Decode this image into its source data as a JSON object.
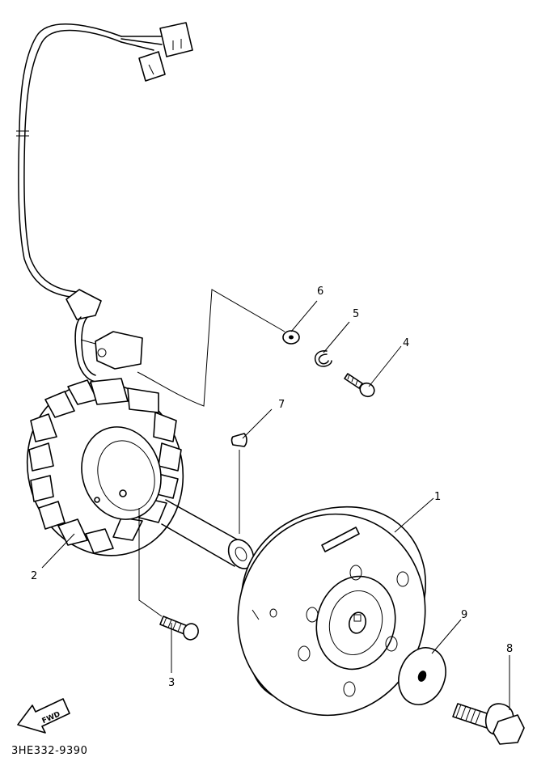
{
  "diagram": {
    "callouts": {
      "c1": "1",
      "c2": "2",
      "c3": "3",
      "c4": "4",
      "c5": "5",
      "c6": "6",
      "c7": "7",
      "c8": "8",
      "c9": "9"
    },
    "fwd_label": "FWD",
    "drawing_code": "3HE332-9390"
  }
}
